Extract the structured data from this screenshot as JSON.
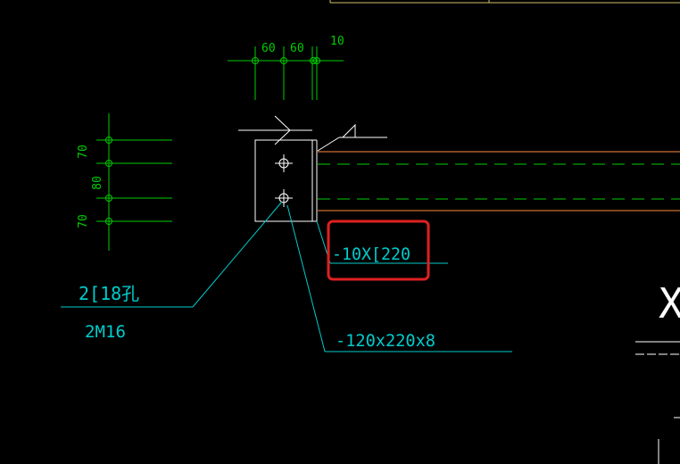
{
  "colors": {
    "background": "#000000",
    "dimension": "#00cc00",
    "annotation": "#00cccc",
    "geometry": "#ffffff",
    "beam_edge": "#ff8c3a",
    "highlight": "#e02020",
    "frame": "#d4c06a"
  },
  "top_dims": {
    "d1": "60",
    "d2": "60",
    "d3": "10"
  },
  "left_dims": {
    "d1": "70",
    "d2": "80",
    "d3": "70"
  },
  "labels": {
    "channel": "-10X[220",
    "hole": "2[18孔",
    "bolt": "2M16",
    "plate": "-120x220x8",
    "axis_mark": "X"
  }
}
